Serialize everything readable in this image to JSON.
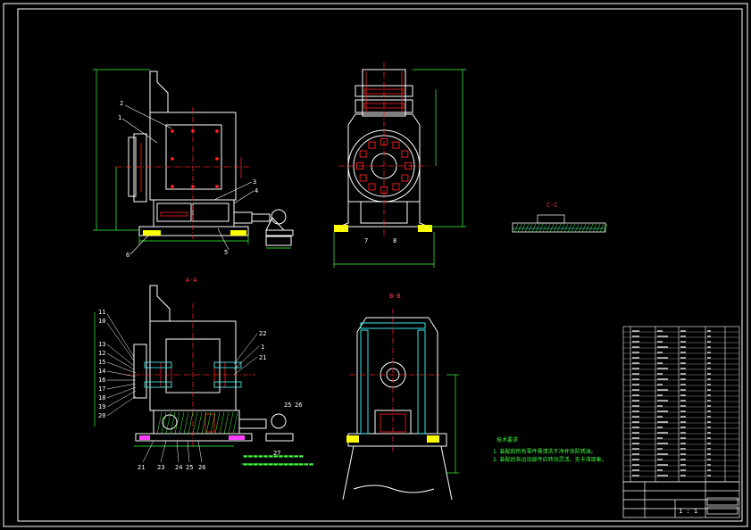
{
  "drawing": {
    "section_labels": {
      "aa": "A-A",
      "bb": "B-B",
      "cc": "C-C"
    },
    "part_numbers_front": [
      "2",
      "1",
      "3",
      "4",
      "5",
      "6"
    ],
    "part_numbers_side": [
      "7",
      "8"
    ],
    "part_numbers_section_left": [
      "11",
      "10",
      "13",
      "12",
      "15",
      "14",
      "16",
      "17",
      "18",
      "19",
      "20"
    ],
    "part_numbers_section_right": [
      "22",
      "1",
      "21"
    ],
    "part_numbers_section_bottom": [
      "21",
      "23",
      "24",
      "25",
      "26"
    ],
    "part_numbers_section_motor": [
      "25",
      "26",
      "27"
    ],
    "notes_title": "技术要求",
    "notes": [
      "1. 装配前所有零件需清洗干净并涂防锈油。",
      "2. 装配后各运动部件应转动灵活，无卡滞现象。"
    ],
    "dimension_text": "1 : 1",
    "legend_lines": [
      "▬▬▬▬▬▬▬▬▬▬▬▬",
      "▬▬▬▬▬▬▬▬▬▬▬▬▬▬"
    ]
  },
  "colors": {
    "background": "#000000",
    "line": "#ffffff",
    "center": "#ff2020",
    "hatch": "#ff4040",
    "dim": "#40ff40",
    "accent_yellow": "#ffff00",
    "magenta": "#ff40ff",
    "cyan": "#40ffff"
  }
}
